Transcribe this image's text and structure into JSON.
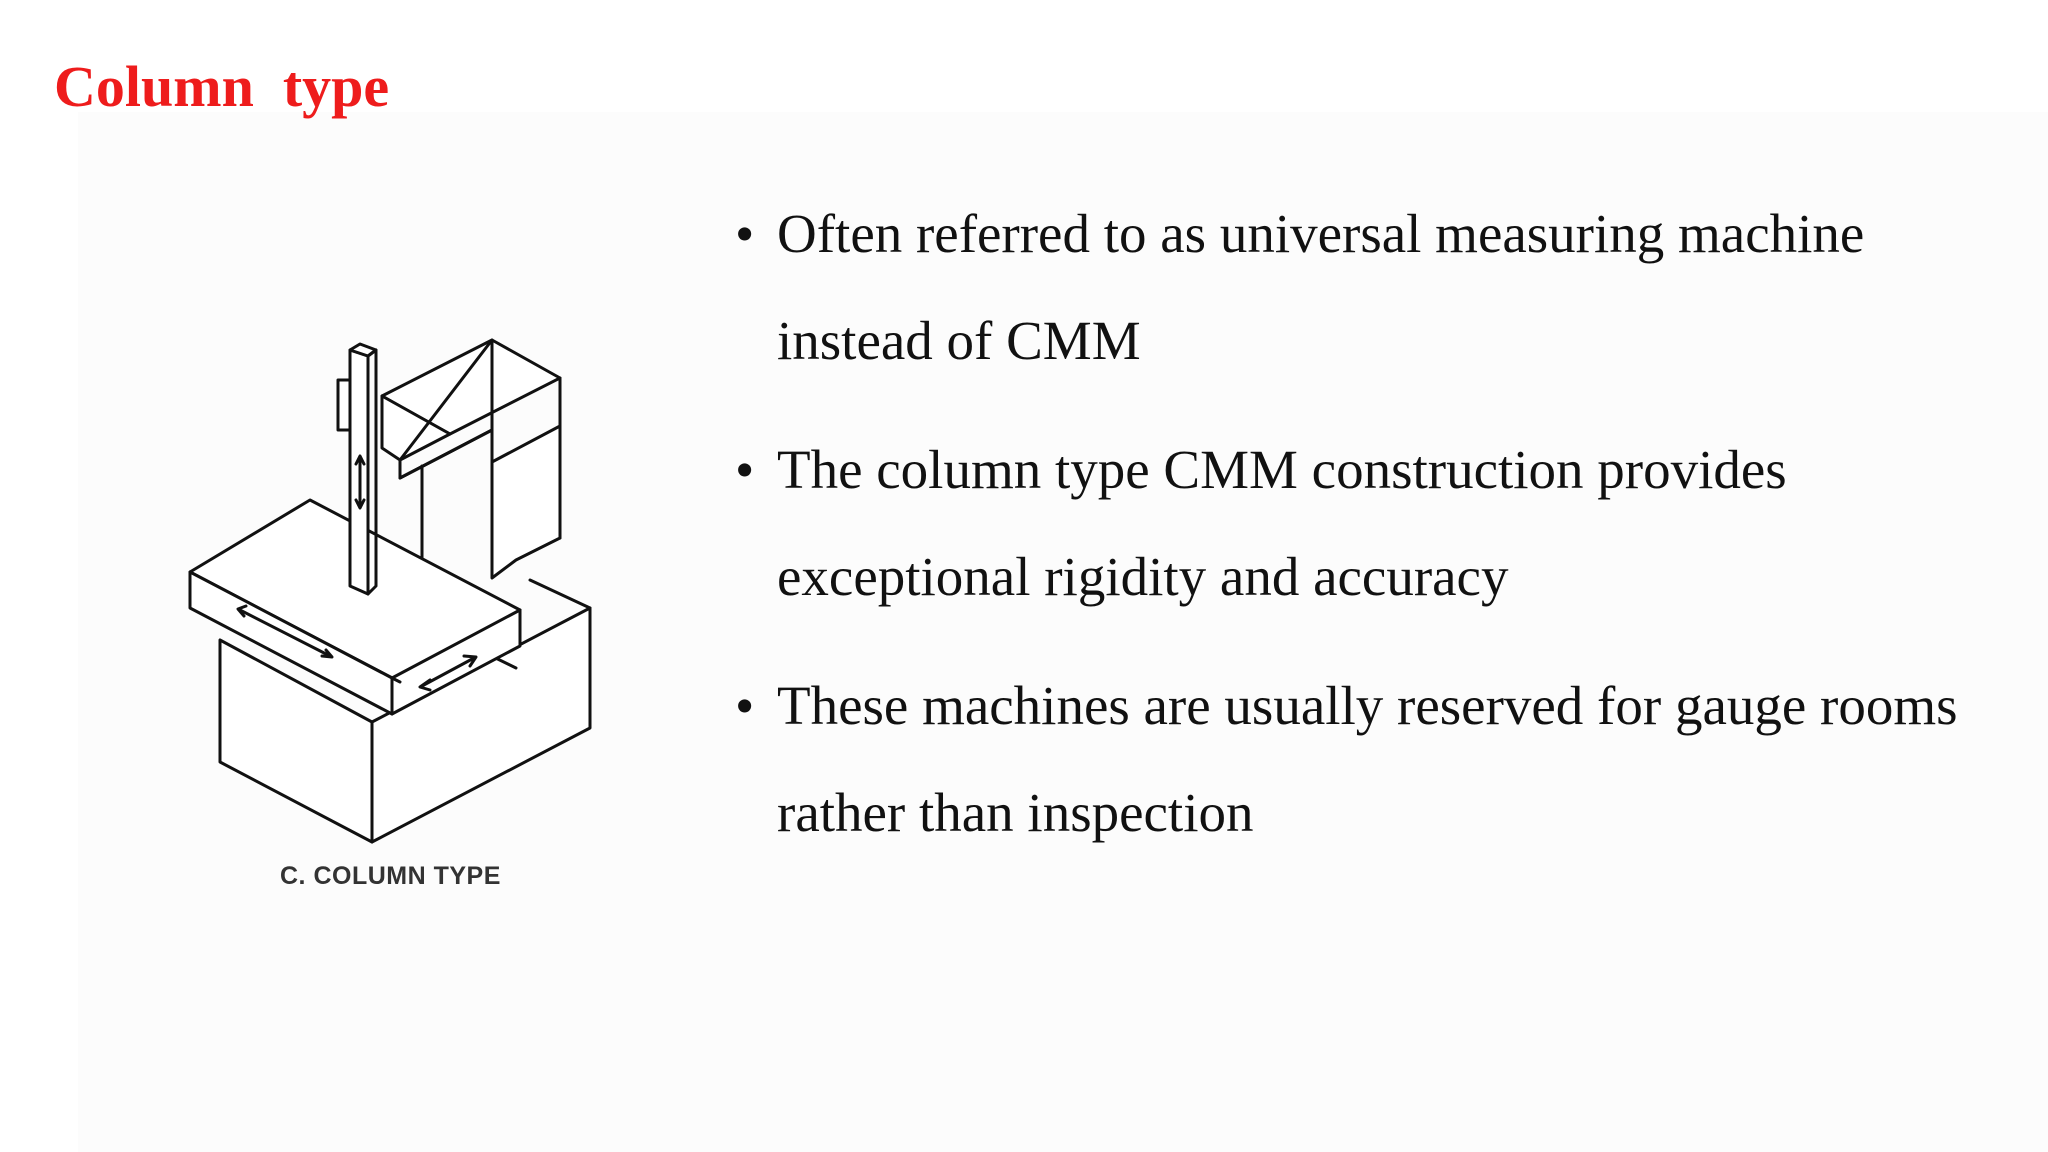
{
  "slide": {
    "title": "Column  type",
    "figure": {
      "caption": "C. COLUMN TYPE"
    },
    "bullets": [
      {
        "symbol": "•",
        "text": "Often referred to as universal measuring machine instead of CMM"
      },
      {
        "symbol": "•",
        "text": "The column type CMM construction provides exceptional rigidity and accuracy"
      },
      {
        "symbol": "•",
        "text": "These machines are usually reserved for gauge rooms rather than inspection"
      }
    ],
    "colors": {
      "title": "#ee1c1c",
      "text": "#111111",
      "line_art": "#111111"
    }
  }
}
